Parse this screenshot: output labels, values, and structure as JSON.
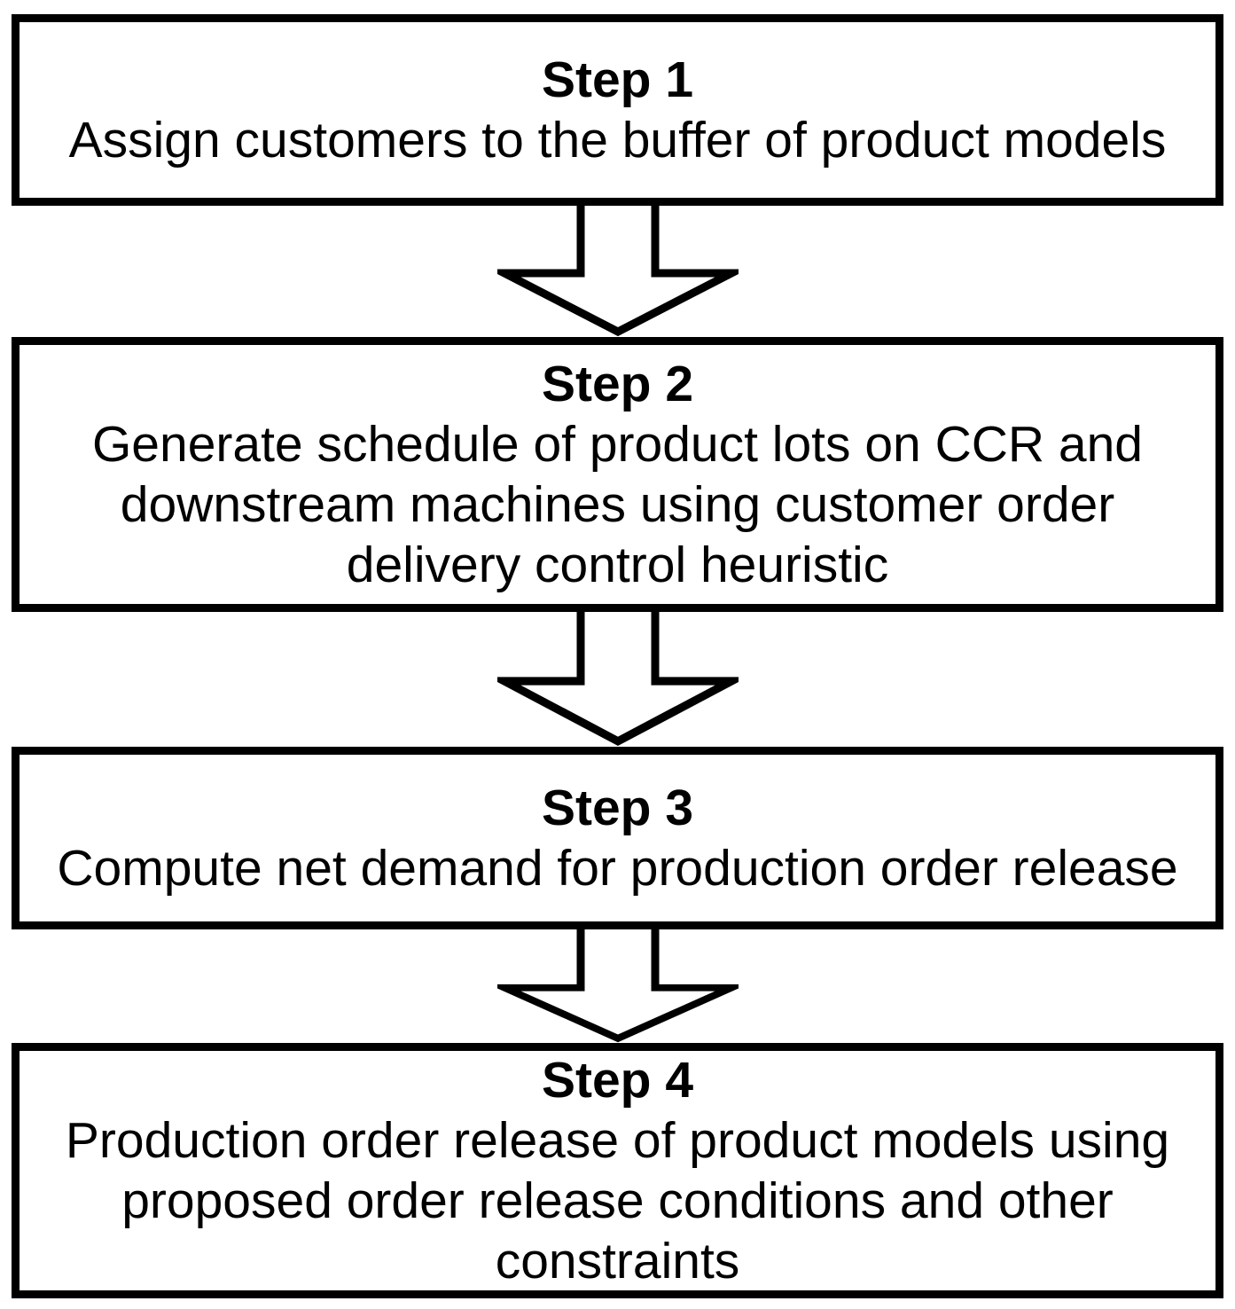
{
  "figure": {
    "type": "flowchart",
    "direction": "top-to-bottom",
    "colors": {
      "background": "#ffffff",
      "box_fill": "#ffffff",
      "box_border": "#000000",
      "text": "#000000",
      "arrow_fill": "#ffffff",
      "arrow_outline": "#000000"
    }
  },
  "steps": [
    {
      "title": "Step 1",
      "description": "Assign customers to the buffer of product models"
    },
    {
      "title": "Step 2",
      "description": "Generate schedule of product lots on CCR and downstream machines using customer order delivery control heuristic"
    },
    {
      "title": "Step 3",
      "description": "Compute net demand for production order release"
    },
    {
      "title": "Step 4",
      "description": "Production order release of product models using proposed order release conditions and other constraints"
    }
  ]
}
